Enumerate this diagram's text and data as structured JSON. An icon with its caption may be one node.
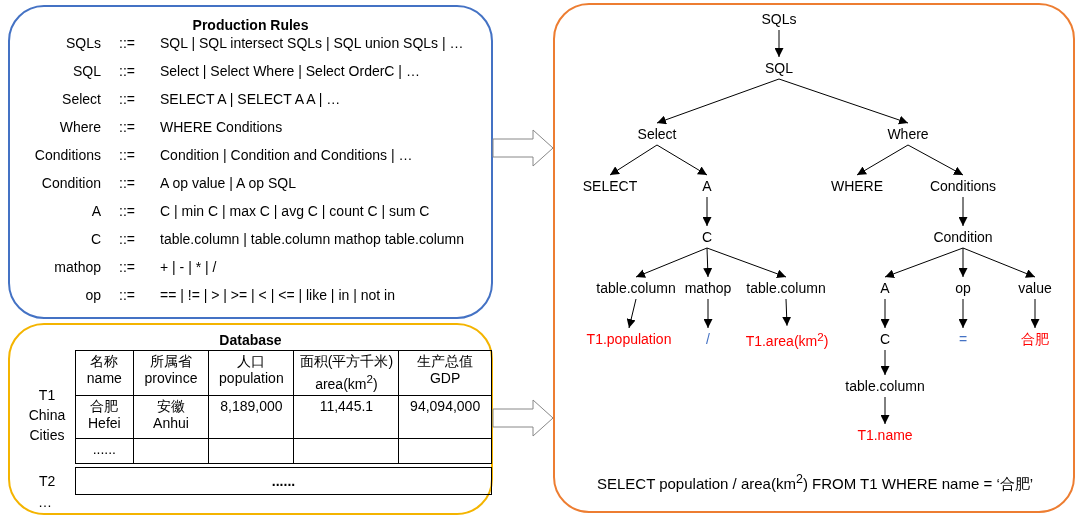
{
  "diagram": {
    "nodes": [
      {
        "text": [
          "Production Rules"
        ]
      },
      {
        "text": [
          "Database"
        ]
      },
      {
        "text": [
          "SELECT population / area(km$^{2}$) FROM T1 WHERE name = ‘合肥’"
        ]
      },
      {
        "text": [
          "SQLs"
        ],
        "in": 2
      },
      {
        "text": [
          "SQL"
        ],
        "in": 2
      },
      {
        "text": [
          "Select"
        ],
        "in": 2
      },
      {
        "text": [
          "Where"
        ],
        "in": 2
      },
      {
        "text": [
          "SELECT"
        ],
        "in": 2
      },
      {
        "text": [
          "A"
        ],
        "in": 2
      },
      {
        "text": [
          "WHERE"
        ],
        "in": 2
      },
      {
        "text": [
          "Conditions"
        ],
        "in": 2
      },
      {
        "text": [
          "C"
        ],
        "in": 2
      },
      {
        "text": [
          "Condition"
        ],
        "in": 2
      },
      {
        "text": [
          "table.column"
        ],
        "in": 2
      },
      {
        "text": [
          "mathop"
        ],
        "in": 2
      },
      {
        "text": [
          "table.column"
        ],
        "in": 2
      },
      {
        "text": [
          "A"
        ],
        "in": 2
      },
      {
        "text": [
          "op"
        ],
        "in": 2
      },
      {
        "text": [
          "value"
        ],
        "in": 2
      },
      {
        "text": [
          "T1.population"
        ],
        "in": 2
      },
      {
        "text": [
          "/"
        ],
        "in": 2
      },
      {
        "text": [
          "T1.area(km$^{2}$)"
        ],
        "in": 2
      },
      {
        "text": [
          "C"
        ],
        "in": 2
      },
      {
        "text": [
          "="
        ],
        "in": 2
      },
      {
        "text": [
          "合肥"
        ],
        "in": 2
      },
      {
        "text": [
          "table.column"
        ],
        "in": 2
      },
      {
        "text": [
          "T1.name"
        ],
        "in": 2
      }
    ],
    "edges": [
      {
        "from": 0,
        "to": 2,
        "arrow": "to"
      },
      {
        "from": 1,
        "to": 2,
        "arrow": "to"
      },
      {
        "from": 3,
        "to": 4,
        "arrow": "to"
      },
      {
        "from": 4,
        "to": 5,
        "arrow": "to"
      },
      {
        "from": 4,
        "to": 6,
        "arrow": "to"
      },
      {
        "from": 5,
        "to": 7,
        "arrow": "to"
      },
      {
        "from": 5,
        "to": 8,
        "arrow": "to"
      },
      {
        "from": 6,
        "to": 9,
        "arrow": "to"
      },
      {
        "from": 6,
        "to": 10,
        "arrow": "to"
      },
      {
        "from": 8,
        "to": 11,
        "arrow": "to"
      },
      {
        "from": 10,
        "to": 12,
        "arrow": "to"
      },
      {
        "from": 11,
        "to": 13,
        "arrow": "to"
      },
      {
        "from": 11,
        "to": 14,
        "arrow": "to"
      },
      {
        "from": 11,
        "to": 15,
        "arrow": "to"
      },
      {
        "from": 12,
        "to": 16,
        "arrow": "to"
      },
      {
        "from": 12,
        "to": 17,
        "arrow": "to"
      },
      {
        "from": 12,
        "to": 18,
        "arrow": "to"
      },
      {
        "from": 13,
        "to": 19,
        "arrow": "to"
      },
      {
        "from": 14,
        "to": 20,
        "arrow": "to"
      },
      {
        "from": 15,
        "to": 21,
        "arrow": "to"
      },
      {
        "from": 16,
        "to": 22,
        "arrow": "to"
      },
      {
        "from": 17,
        "to": 23,
        "arrow": "to"
      },
      {
        "from": 18,
        "to": 24,
        "arrow": "to"
      },
      {
        "from": 22,
        "to": 25,
        "arrow": "to"
      },
      {
        "from": 25,
        "to": 26,
        "arrow": "to"
      }
    ],
    "labels": [
      "SQLs",
      "::=",
      "SQL | SQL intersect SQLs | SQL union SQLs | …",
      "SQL",
      "::=",
      "Select | Select Where | Select OrderC | …",
      "Select",
      "::=",
      "SELECT A | SELECT A A | …",
      "Where",
      "::=",
      "WHERE Conditions",
      "Conditions",
      "::=",
      "Condition | Condition and Conditions | …",
      "Condition",
      "::=",
      "A op value | A op SQL",
      "A",
      "::=",
      "C | min C | max C  | avg C | count C | sum C",
      "C",
      "::=",
      "table.column | table.column mathop table.column",
      "mathop",
      "::=",
      "+ | - | * | /",
      "op",
      "::=",
      "== | != | > | >= | < | <= | like | in | not in",
      "名称 name",
      "所属省 province",
      "人口 population",
      "面积(平方千米) area(km$^{2}$)",
      "生产总值 GDP",
      "T1 China Cities",
      "合肥 Hefei",
      "安徽 Anhui",
      "8,189,000",
      "11,445.1",
      "94,094,000",
      "......",
      "T2",
      "......",
      "…"
    ]
  }
}
